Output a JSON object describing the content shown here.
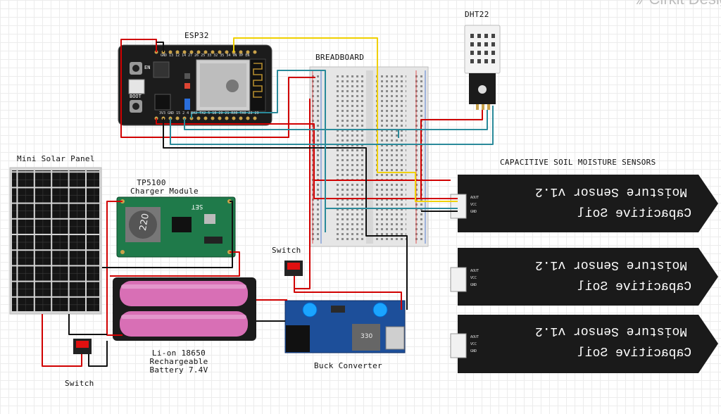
{
  "brand": "∕∕ Cirkit Desig",
  "labels": {
    "esp32": "ESP32",
    "breadboard": "BREADBOARD",
    "dht22": "DHT22",
    "solar_panel": "Mini Solar Panel",
    "tp5100_line1": "TP5100",
    "tp5100_line2": "Charger Module",
    "soil_title": "CAPACITIVE SOIL MOISTURE SENSORS",
    "switch_mid": "Switch",
    "switch_bottom": "Switch",
    "buck": "Buck Converter",
    "battery_line1": "Li-on 18650",
    "battery_line2": "Rechargeable",
    "battery_line3": "Battery 7.4V"
  },
  "esp32": {
    "en": "EN",
    "boot": "BOOT",
    "top_pins": "GND 13 12 14 27 26 25 33 32 35 34 VN VP EN",
    "bottom_pins": "3V3 GND 15 2 4 RX2 TX2 5 18 19 21 RX0 TX0 22 23"
  },
  "sensor": {
    "line1": "Moisture Sensor v1.2",
    "line2": "Capacitive Soil",
    "pins": [
      "AOUT",
      "VCC",
      "GND"
    ]
  },
  "tp5100": {
    "inductor": "220",
    "set": "SET"
  },
  "buck": {
    "inductor": "330"
  },
  "colors": {
    "wire_red": "#d00000",
    "wire_black": "#111111",
    "wire_yellow": "#f0d000",
    "wire_teal": "#2a8a9a",
    "pcb_black": "#1a1a1a",
    "tp5100_green": "#1f7a4a",
    "buck_blue": "#1d4f9a",
    "battery_pink": "#d86fb5"
  }
}
